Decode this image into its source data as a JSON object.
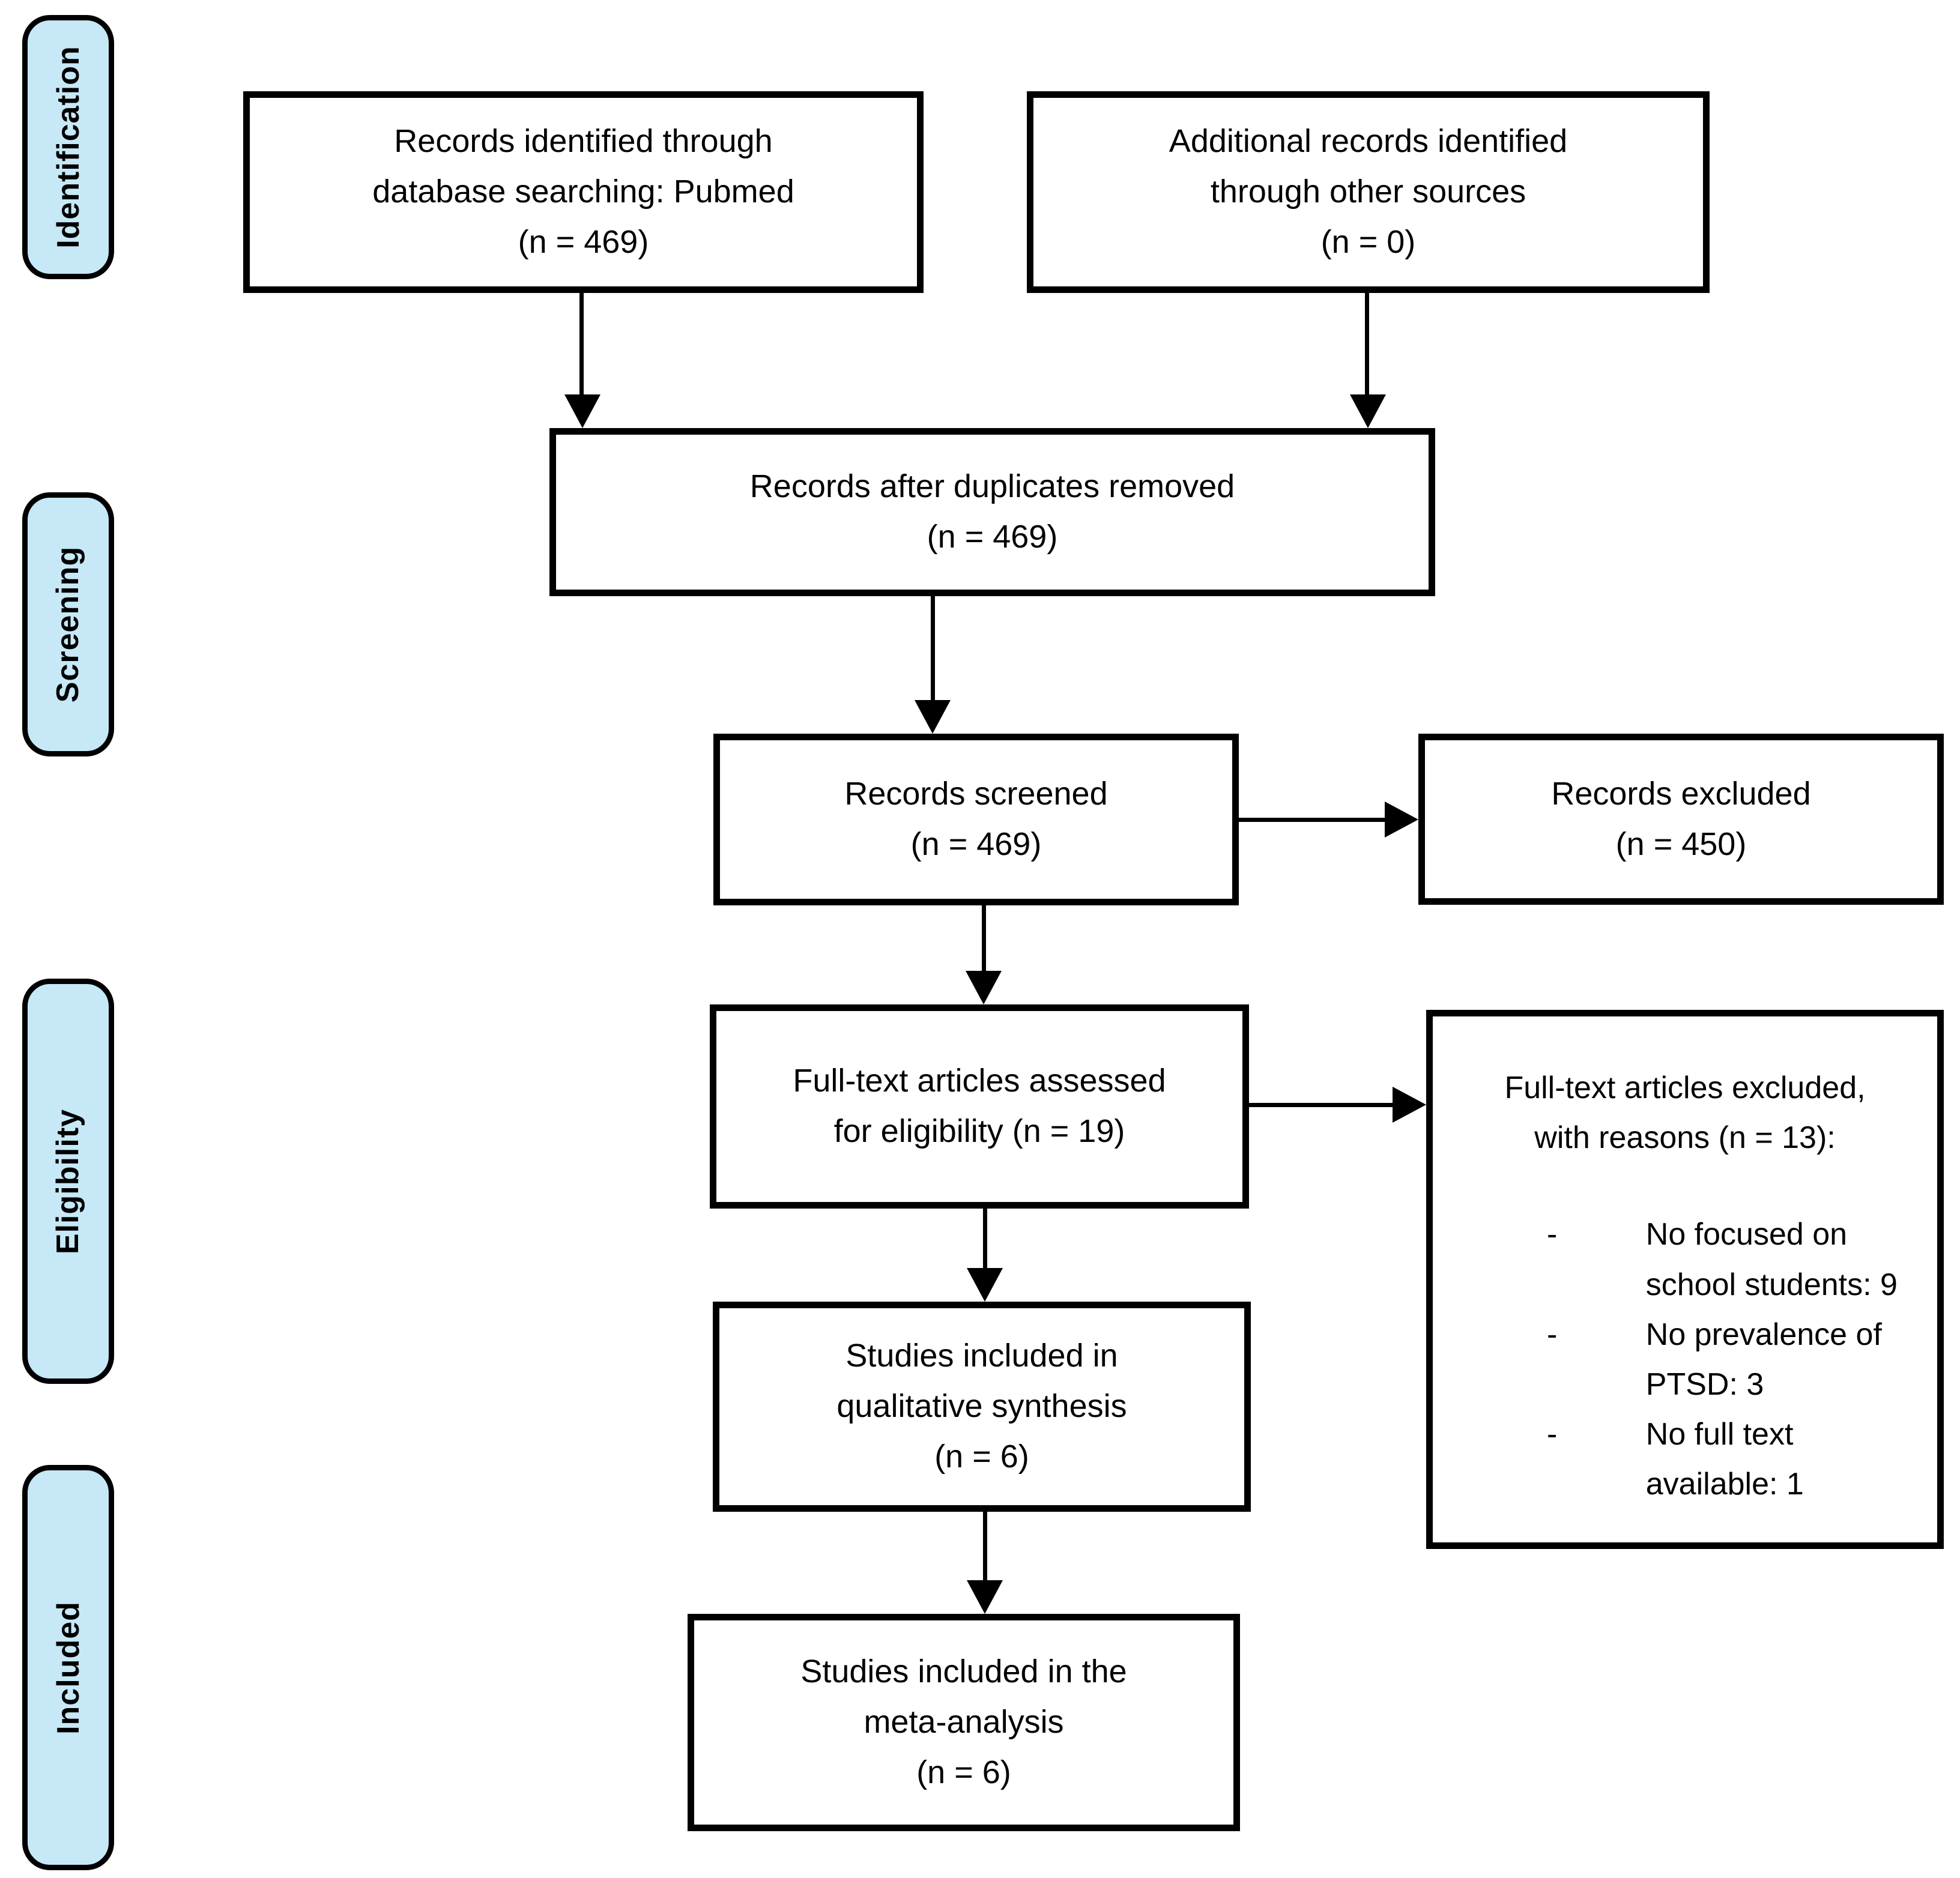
{
  "diagram": {
    "stages": [
      {
        "label": "Identification"
      },
      {
        "label": "Screening"
      },
      {
        "label": "Eligibility"
      },
      {
        "label": "Included"
      }
    ],
    "boxes": {
      "identified": "Records identified through\ndatabase searching: Pubmed\n(n = 469)",
      "additional": "Additional records identified\nthrough other sources\n(n = 0)",
      "after_duplicates": "Records after duplicates removed\n(n = 469)",
      "screened": "Records screened\n(n = 469)",
      "records_excluded": "Records excluded\n(n = 450)",
      "fulltext_assessed": "Full-text articles assessed\nfor eligibility (n = 19)",
      "fulltext_excluded_header": "Full-text articles excluded,\nwith reasons (n = 13):",
      "bullet_marker": "-",
      "fulltext_excluded_reasons": [
        "No focused on school students: 9",
        "No prevalence of PTSD: 3",
        "No full text available: 1"
      ],
      "qualitative_synthesis": "Studies included in\nqualitative synthesis\n(n = 6)",
      "meta_analysis": "Studies included in the\nmeta-analysis\n(n = 6)"
    },
    "colors": {
      "stage_fill": "#c6e8f7",
      "box_fill": "#ffffff",
      "line": "#000000"
    }
  }
}
